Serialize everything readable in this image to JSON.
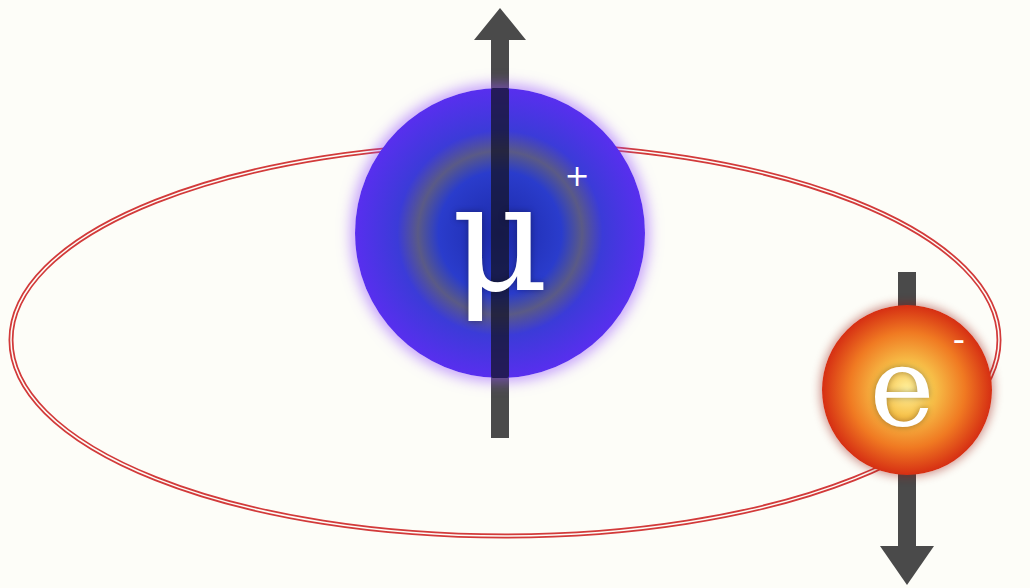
{
  "diagram": {
    "nodes": [
      {
        "text": [
          "μ",
          "+"
        ]
      },
      {
        "text": [
          "e",
          "-"
        ]
      }
    ]
  }
}
